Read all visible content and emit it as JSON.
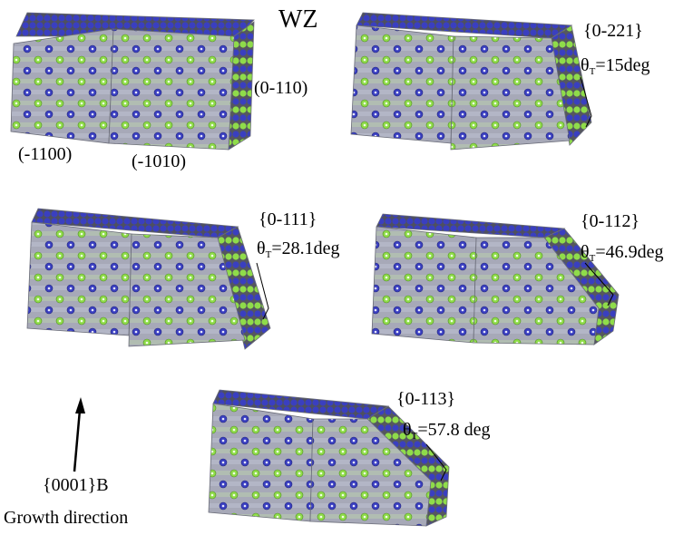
{
  "title": "WZ",
  "colors": {
    "face": "#a7a9b8",
    "facet": "#5c5e66",
    "blue_atom": "#3a3fc0",
    "green_atom": "#8fdc4a"
  },
  "panels": [
    {
      "labels": [
        "(0-110)",
        "(-1100)",
        "(-1010)"
      ]
    },
    {
      "facet": "{0-221}",
      "theta_symbol": "θ",
      "theta_sub": "T",
      "theta_value": "=15deg"
    },
    {
      "facet": "{0-111}",
      "theta_symbol": "θ",
      "theta_sub": "T",
      "theta_value": "=28.1deg"
    },
    {
      "facet": "{0-112}",
      "theta_symbol": "θ",
      "theta_sub": "T",
      "theta_value": "=46.9deg"
    },
    {
      "facet": "{0-113}",
      "theta_symbol": "θ",
      "theta_sub": "T",
      "theta_value": "=57.8 deg"
    }
  ],
  "growth": {
    "direction_label": "{0001}B",
    "caption": "Growth direction",
    "arrow_icon": "arrow-up-icon"
  }
}
